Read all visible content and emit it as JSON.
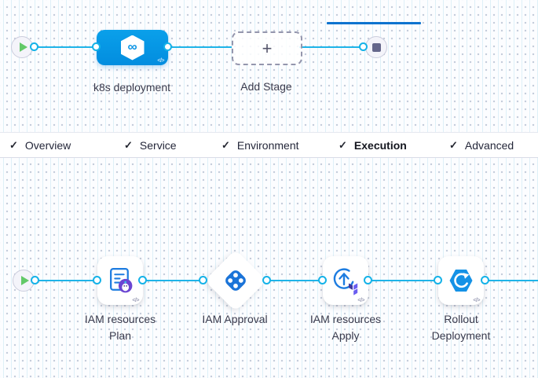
{
  "colors": {
    "edge": "#1fb4e8",
    "stage_node_blue": "#0295e4",
    "active_tab_underline": "#0d73cf",
    "icon_blue": "#1d7ce0",
    "icon_purple": "#6b46d2",
    "play_green": "#63c968",
    "stop_gray": "#65678b"
  },
  "glyphs": {
    "check": "✓",
    "plus": "+",
    "code": "</>",
    "infinity": "∞"
  },
  "stage_graph": {
    "stage_label": "k8s deployment",
    "add_stage_label": "Add Stage"
  },
  "tabs": {
    "items": [
      {
        "label": "Overview"
      },
      {
        "label": "Service"
      },
      {
        "label": "Environment"
      },
      {
        "label": "Execution",
        "active": true
      },
      {
        "label": "Advanced"
      }
    ]
  },
  "execution_graph": {
    "steps": [
      {
        "label": "IAM resources\nPlan"
      },
      {
        "label": "IAM Approval"
      },
      {
        "label": "IAM resources\nApply"
      },
      {
        "label": "Rollout\nDeployment"
      }
    ]
  }
}
